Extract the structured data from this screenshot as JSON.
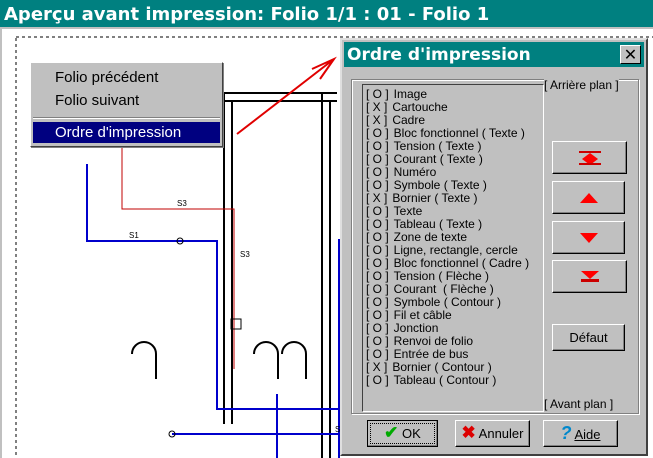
{
  "window": {
    "title": "Aperçu avant impression: Folio 1/1 : 01 - Folio 1"
  },
  "context_menu": {
    "items": [
      {
        "label": "Folio précédent"
      },
      {
        "label": "Folio suivant"
      },
      {
        "label": "Ordre d'impression",
        "selected": true
      }
    ]
  },
  "schematic": {
    "labels": [
      "S3",
      "S1",
      "S3",
      "S"
    ]
  },
  "dialog": {
    "title": "Ordre d'impression",
    "close": "✕",
    "background_label": "[ Arrière plan ]",
    "foreground_label": "[ Avant plan ]",
    "items": [
      {
        "mark": "[ O ]",
        "label": "Image"
      },
      {
        "mark": "[ X ]",
        "label": "Cartouche"
      },
      {
        "mark": "[ X ]",
        "label": "Cadre"
      },
      {
        "mark": "[ O ]",
        "label": "Bloc fonctionnel ( Texte )"
      },
      {
        "mark": "[ O ]",
        "label": "Tension ( Texte )"
      },
      {
        "mark": "[ O ]",
        "label": "Courant ( Texte )"
      },
      {
        "mark": "[ O ]",
        "label": "Numéro"
      },
      {
        "mark": "[ O ]",
        "label": "Symbole ( Texte )"
      },
      {
        "mark": "[ X ]",
        "label": "Bornier ( Texte )"
      },
      {
        "mark": "[ O ]",
        "label": "Texte"
      },
      {
        "mark": "[ O ]",
        "label": "Tableau ( Texte )"
      },
      {
        "mark": "[ O ]",
        "label": "Zone de texte"
      },
      {
        "mark": "[ O ]",
        "label": "Ligne, rectangle, cercle"
      },
      {
        "mark": "[ O ]",
        "label": "Bloc fonctionnel ( Cadre )"
      },
      {
        "mark": "[ O ]",
        "label": "Tension ( Flèche )"
      },
      {
        "mark": "[ O ]",
        "label": "Courant  ( Flèche )"
      },
      {
        "mark": "[ O ]",
        "label": "Symbole ( Contour )"
      },
      {
        "mark": "[ O ]",
        "label": "Fil et câble"
      },
      {
        "mark": "[ O ]",
        "label": "Jonction"
      },
      {
        "mark": "[ O ]",
        "label": "Renvoi de folio"
      },
      {
        "mark": "[ O ]",
        "label": "Entrée de bus"
      },
      {
        "mark": "[ X ]",
        "label": "Bornier ( Contour )"
      },
      {
        "mark": "[ O ]",
        "label": "Tableau ( Contour )"
      }
    ],
    "default_label": "Défaut",
    "ok_label": "OK",
    "cancel_label": "Annuler",
    "help_label": "Aide",
    "accent": "#ff0000"
  }
}
